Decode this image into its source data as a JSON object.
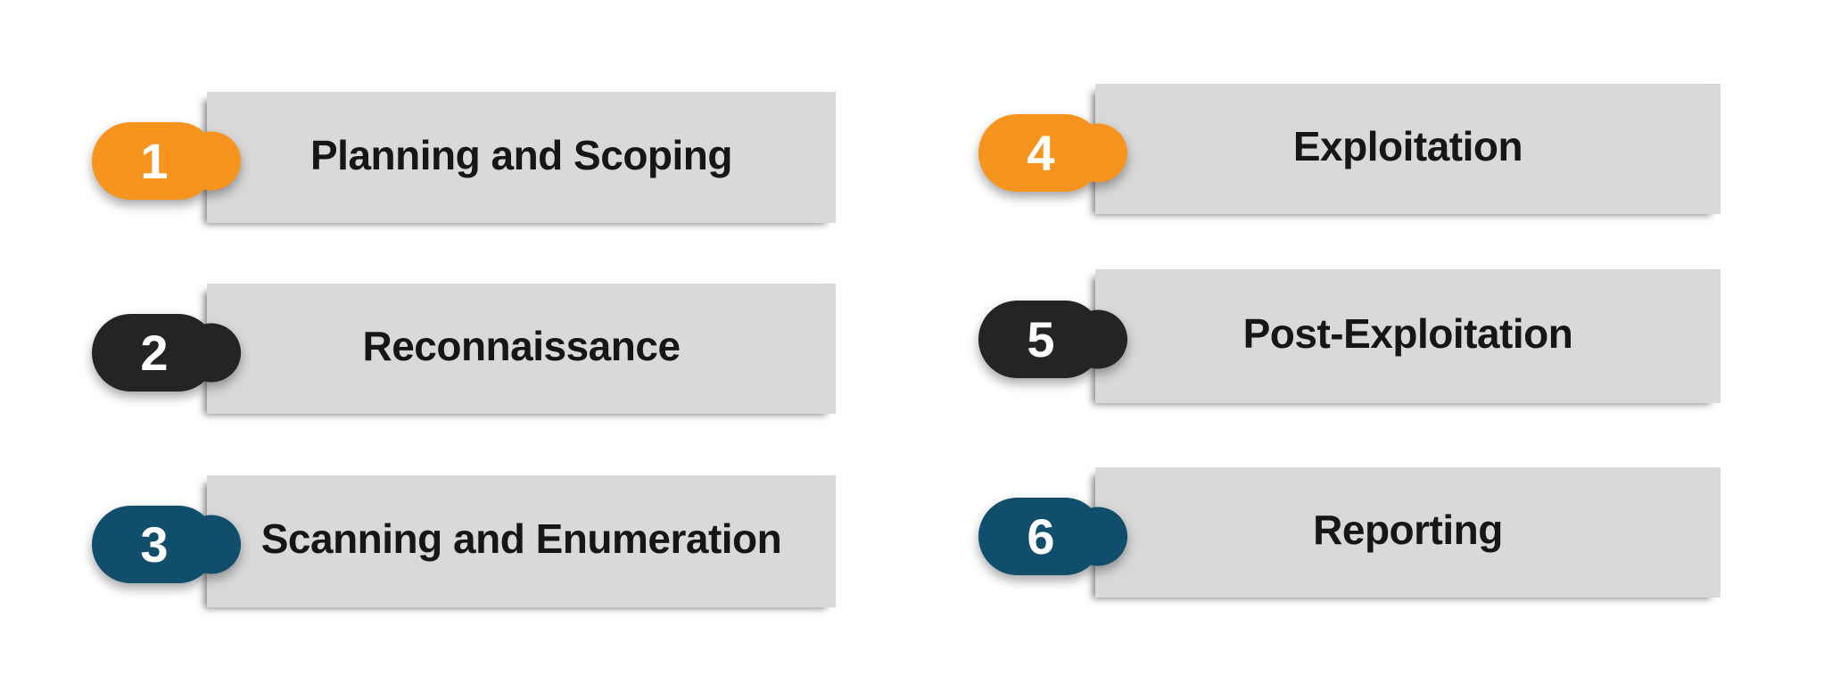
{
  "palette": {
    "page-bg": "#ffffff",
    "bar-bg": "#d9d9d9",
    "label-color": "#161616",
    "number-color": "#ffffff",
    "accent-orange": "#f7941e",
    "accent-black": "#262422",
    "accent-blue": "#114e6b"
  },
  "items": [
    {
      "number": "1",
      "label": "Planning and Scoping",
      "badge_color": "#f7941e"
    },
    {
      "number": "2",
      "label": "Reconnaissance",
      "badge_color": "#262422"
    },
    {
      "number": "3",
      "label": "Scanning and Enumeration",
      "badge_color": "#114e6b"
    },
    {
      "number": "4",
      "label": "Exploitation",
      "badge_color": "#f7941e"
    },
    {
      "number": "5",
      "label": "Post-Exploitation",
      "badge_color": "#262422"
    },
    {
      "number": "6",
      "label": "Reporting",
      "badge_color": "#114e6b"
    }
  ]
}
